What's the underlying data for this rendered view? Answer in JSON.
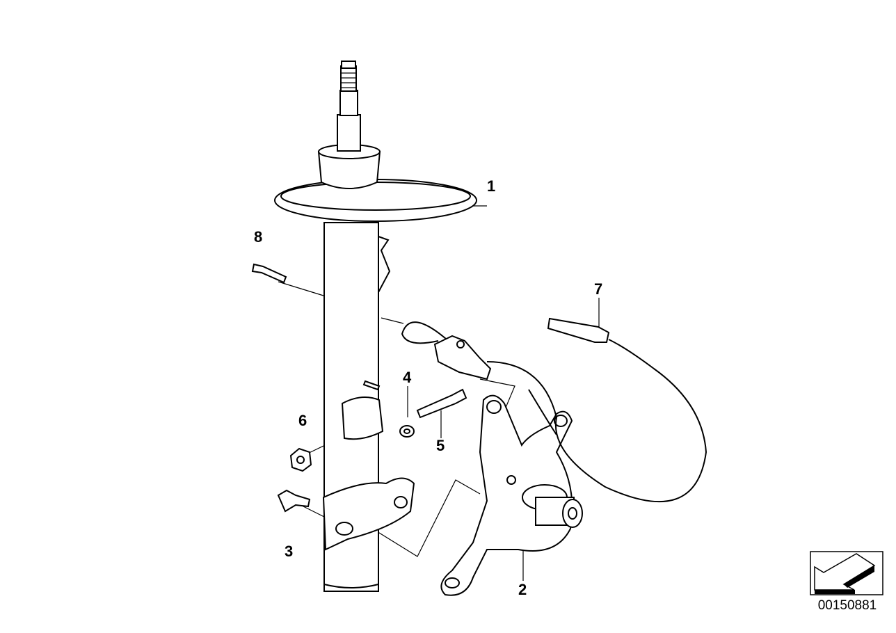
{
  "diagram": {
    "callouts": [
      {
        "id": "1",
        "text": "1"
      },
      {
        "id": "2",
        "text": "2"
      },
      {
        "id": "3",
        "text": "3"
      },
      {
        "id": "4",
        "text": "4"
      },
      {
        "id": "5",
        "text": "5"
      },
      {
        "id": "6",
        "text": "6"
      },
      {
        "id": "7",
        "text": "7"
      },
      {
        "id": "8",
        "text": "8"
      }
    ],
    "image_code": "00150881",
    "nav_icon": "arrow-down-left-icon"
  }
}
